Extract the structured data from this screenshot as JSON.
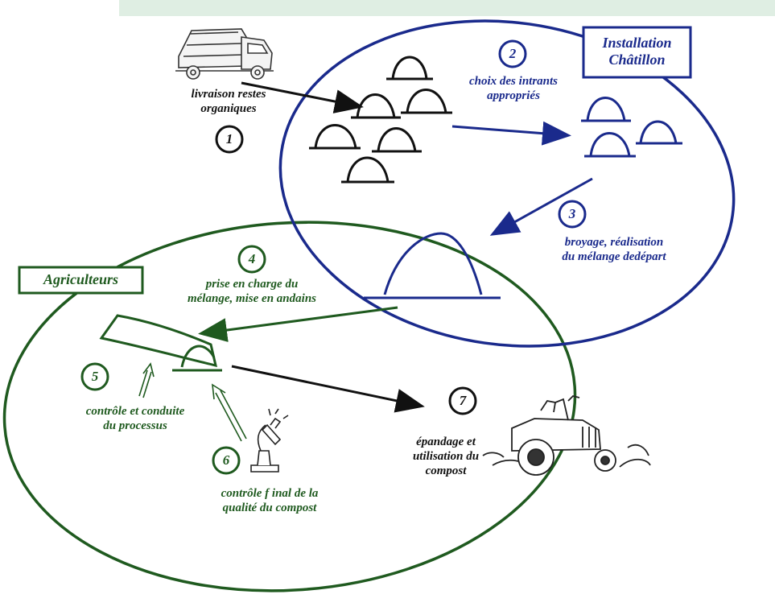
{
  "colors": {
    "blue": "#1a2a8c",
    "green": "#1f5a1f",
    "black": "#111111",
    "band": "#dfeee3"
  },
  "labels": {
    "installation": "Installation\nChâtillon",
    "agriculteurs": "Agriculteurs"
  },
  "steps": [
    {
      "number": "1",
      "text": "livraison restes\norganiques"
    },
    {
      "number": "2",
      "text": "choix des intrants\nappropriés"
    },
    {
      "number": "3",
      "text": "broyage, réalisation\ndu mélange dedépart"
    },
    {
      "number": "4",
      "text": "prise en charge du\nmélange, mise en andains"
    },
    {
      "number": "5",
      "text": "contrôle et conduite\ndu processus"
    },
    {
      "number": "6",
      "text": "contrôle f inal de la\nqualité du compost"
    },
    {
      "number": "7",
      "text": "épandage et\nutilisation du\ncompost"
    }
  ],
  "icons": [
    "garbage-truck-icon",
    "compost-pile-icon",
    "windrow-icon",
    "microscope-icon",
    "tractor-icon"
  ]
}
